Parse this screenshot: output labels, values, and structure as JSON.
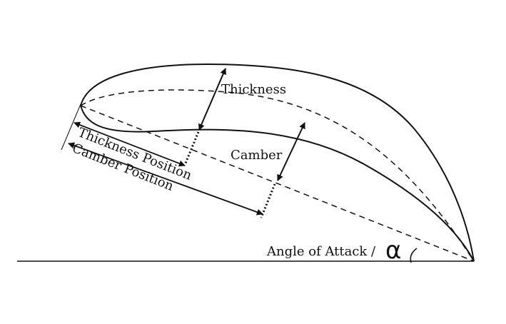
{
  "labels": {
    "thickness": "Thickness",
    "camber": "Camber",
    "thickness_position": "Thickness Position",
    "camber_position": "Camber Position",
    "angle_of_attack": "Angle of Attack /",
    "alpha_symbol": "α"
  },
  "colors": {
    "stroke": "#111111",
    "background": "#ffffff"
  }
}
